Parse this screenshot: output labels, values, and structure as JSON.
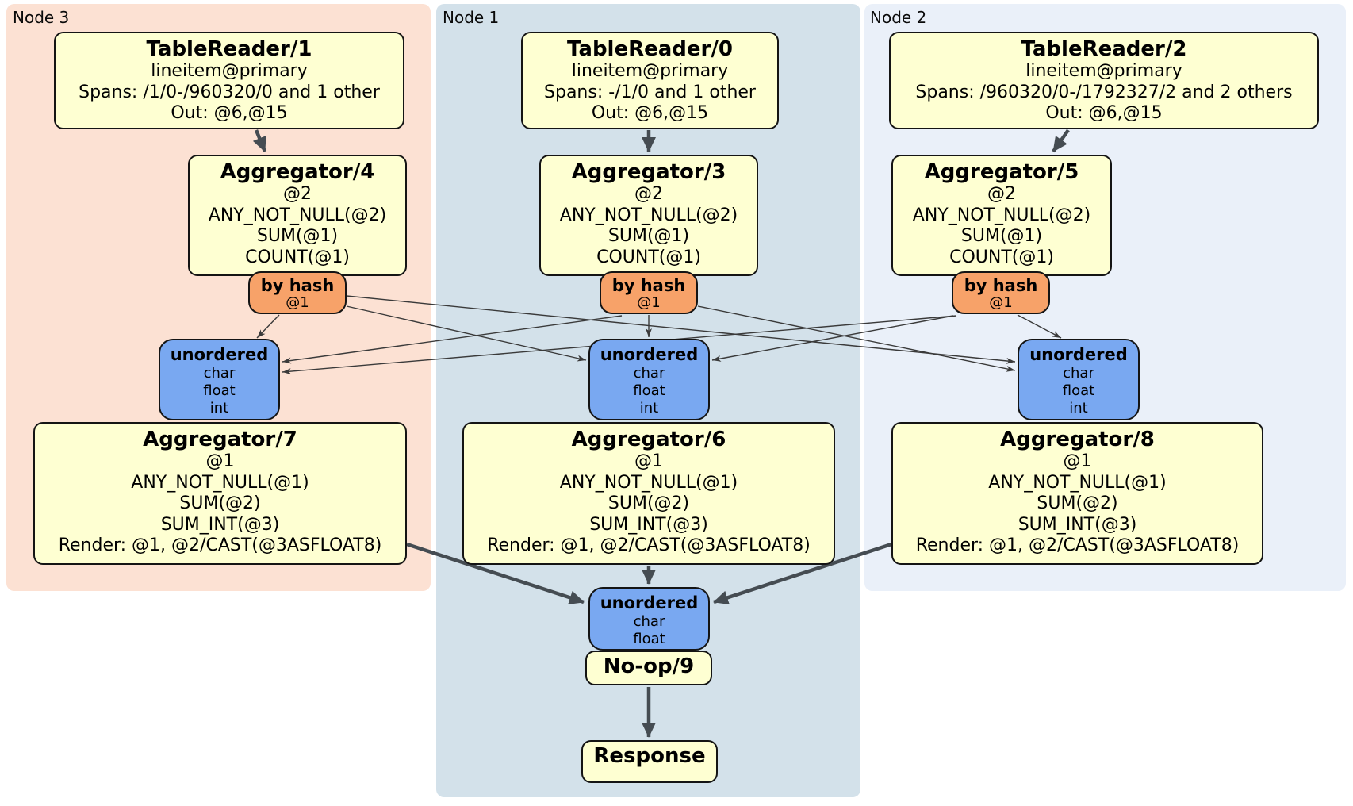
{
  "regions": [
    {
      "label": "Node 3"
    },
    {
      "label": "Node 1"
    },
    {
      "label": "Node 2"
    }
  ],
  "palette": {
    "node3_bg": "#fce1d3",
    "node1_bg": "#d3e1ea",
    "node2_bg": "#eaf0f9",
    "operator_fill": "#feffd2",
    "router_fill": "#f7a269",
    "sync_fill": "#79a8f1",
    "edge_color": "#454c52"
  },
  "boxes": {
    "tr1": {
      "title": "TableReader/1",
      "lines": [
        "lineitem@primary",
        "Spans: /1/0-/960320/0 and 1 other",
        "Out: @6,@15"
      ]
    },
    "tr0": {
      "title": "TableReader/0",
      "lines": [
        "lineitem@primary",
        "Spans: -/1/0 and 1 other",
        "Out: @6,@15"
      ]
    },
    "tr2": {
      "title": "TableReader/2",
      "lines": [
        "lineitem@primary",
        "Spans: /960320/0-/1792327/2 and 2 others",
        "Out: @6,@15"
      ]
    },
    "agg4": {
      "title": "Aggregator/4",
      "lines": [
        "@2",
        "ANY_NOT_NULL(@2)",
        "SUM(@1)",
        "COUNT(@1)"
      ]
    },
    "agg3": {
      "title": "Aggregator/3",
      "lines": [
        "@2",
        "ANY_NOT_NULL(@2)",
        "SUM(@1)",
        "COUNT(@1)"
      ]
    },
    "agg5": {
      "title": "Aggregator/5",
      "lines": [
        "@2",
        "ANY_NOT_NULL(@2)",
        "SUM(@1)",
        "COUNT(@1)"
      ]
    },
    "byhash_l": {
      "title": "by hash",
      "lines": [
        "@1"
      ]
    },
    "byhash_m": {
      "title": "by hash",
      "lines": [
        "@1"
      ]
    },
    "byhash_r": {
      "title": "by hash",
      "lines": [
        "@1"
      ]
    },
    "un_l": {
      "title": "unordered",
      "lines": [
        "char",
        "float",
        "int"
      ]
    },
    "un_m": {
      "title": "unordered",
      "lines": [
        "char",
        "float",
        "int"
      ]
    },
    "un_r": {
      "title": "unordered",
      "lines": [
        "char",
        "float",
        "int"
      ]
    },
    "agg7": {
      "title": "Aggregator/7",
      "lines": [
        "@1",
        "ANY_NOT_NULL(@1)",
        "SUM(@2)",
        "SUM_INT(@3)",
        "Render: @1, @2/CAST(@3ASFLOAT8)"
      ]
    },
    "agg6": {
      "title": "Aggregator/6",
      "lines": [
        "@1",
        "ANY_NOT_NULL(@1)",
        "SUM(@2)",
        "SUM_INT(@3)",
        "Render: @1, @2/CAST(@3ASFLOAT8)"
      ]
    },
    "agg8": {
      "title": "Aggregator/8",
      "lines": [
        "@1",
        "ANY_NOT_NULL(@1)",
        "SUM(@2)",
        "SUM_INT(@3)",
        "Render: @1, @2/CAST(@3ASFLOAT8)"
      ]
    },
    "un_bot": {
      "title": "unordered",
      "lines": [
        "char",
        "float"
      ]
    },
    "noop": {
      "title": "No-op/9"
    },
    "response": {
      "title": "Response"
    }
  }
}
